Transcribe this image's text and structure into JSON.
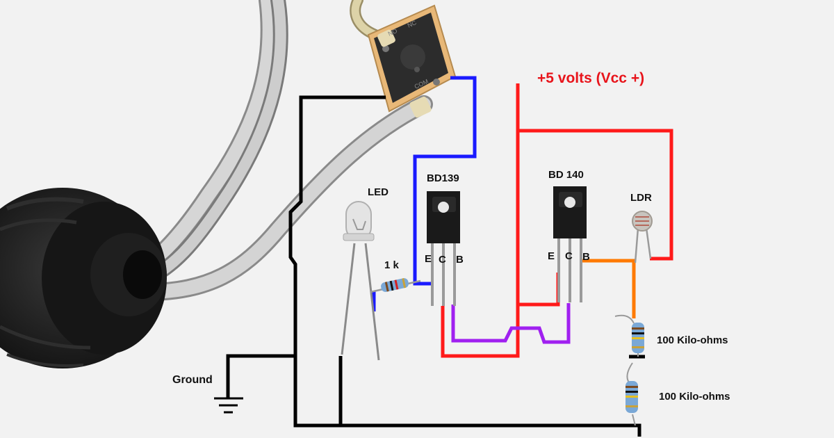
{
  "labels": {
    "vcc": "+5 volts (Vcc +)",
    "bd139": "BD139",
    "bd140": "BD 140",
    "led": "LED",
    "ldr": "LDR",
    "resistor_1k": "1 k",
    "ground": "Ground",
    "r1": "100 Kilo-ohms",
    "r2": "100 Kilo-ohms",
    "bd139_e": "E",
    "bd139_c": "C",
    "bd139_b": "B",
    "bd140_e": "E",
    "bd140_c": "C",
    "bd140_b": "B"
  },
  "relay_markings": {
    "no": "NO",
    "nc": "NC",
    "com": "COM"
  },
  "colors": {
    "background": "#f2f2f2",
    "ground_wire": "#000000",
    "vcc_wire": "#ff1a1a",
    "base_drive_wire": "#1a1aff",
    "transistor_link_wire": "#a020f0",
    "ldr_sense_wire": "#ff7a00",
    "transistor_body": "#1a1a1a",
    "relay_body": "#f1c98e",
    "cable": "#cfcfcf"
  },
  "icons": [
    "relay",
    "plug",
    "transistor",
    "led",
    "ldr",
    "resistor",
    "ground-symbol"
  ]
}
